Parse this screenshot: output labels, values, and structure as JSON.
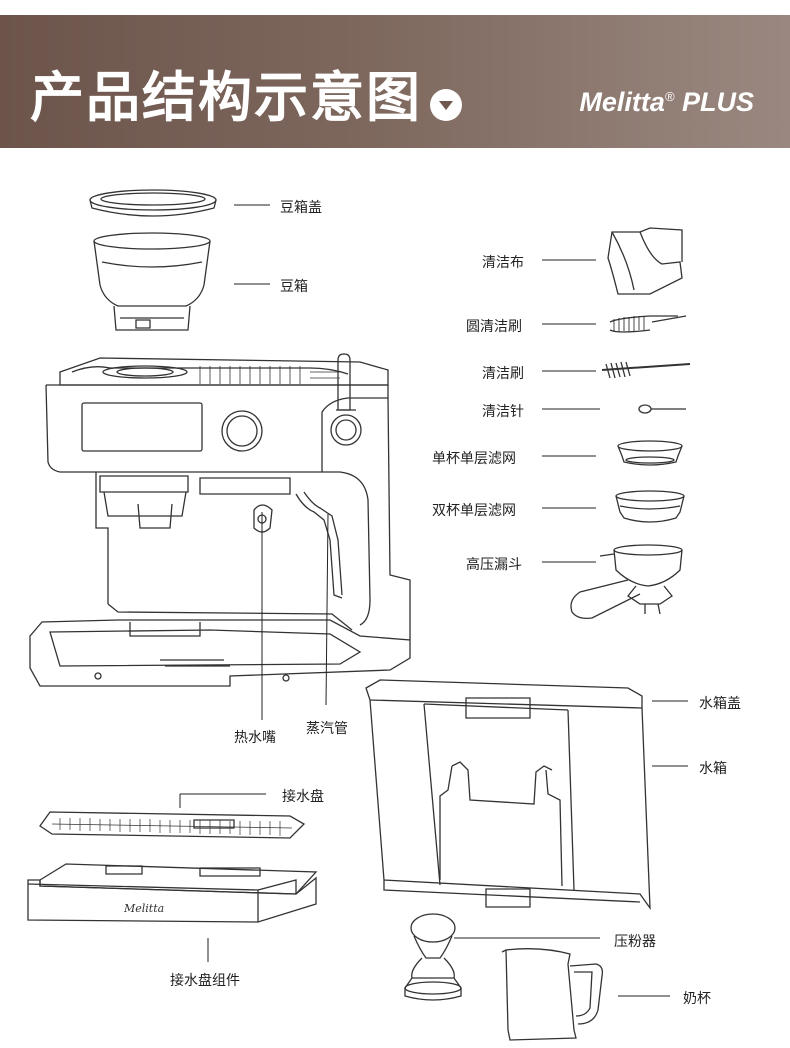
{
  "header": {
    "title": "产品结构示意图",
    "brand": "Melitta",
    "brand_mark": "®",
    "brand_suffix": "PLUS",
    "colors": {
      "band_start": "#6c544b",
      "band_end": "#9a8880",
      "text": "#ffffff"
    }
  },
  "parts": {
    "bean_lid": "豆箱盖",
    "bean_box": "豆箱",
    "cleaning_cloth": "清洁布",
    "round_brush": "圆清洁刷",
    "cleaning_brush": "清洁刷",
    "cleaning_needle": "清洁针",
    "single_filter": "单杯单层滤网",
    "double_filter": "双杯单层滤网",
    "portafilter": "高压漏斗",
    "hot_water_spout": "热水嘴",
    "steam_wand": "蒸汽管",
    "water_tank_lid": "水箱盖",
    "water_tank": "水箱",
    "drip_tray": "接水盘",
    "drip_tray_assembly": "接水盘组件",
    "tamper": "压粉器",
    "milk_jug": "奶杯"
  },
  "icons": [
    "chevron-down-icon"
  ]
}
